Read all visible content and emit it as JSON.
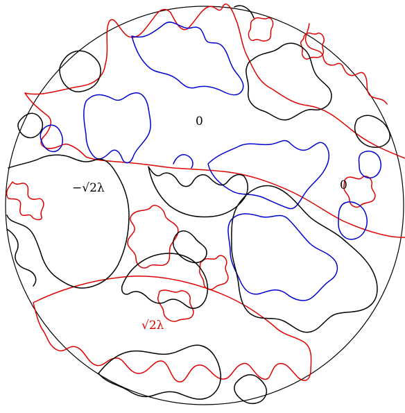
{
  "labels": {
    "zero_top": "0",
    "zero_right": "0",
    "neg_sqrt2_lambda": "−√2λ",
    "pos_sqrt2_lambda": "√2λ"
  },
  "colors": {
    "black_curves": "#000000",
    "red_curves": "#e00000",
    "blue_curves": "#0000d0",
    "background": "#ffffff"
  }
}
